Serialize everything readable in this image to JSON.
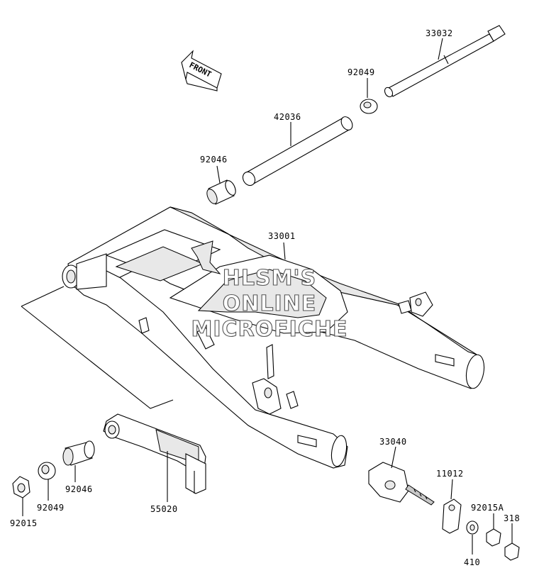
{
  "labels": {
    "p33032": "33032",
    "p92049_top": "92049",
    "p42036": "42036",
    "p92046_top": "92046",
    "p33001": "33001",
    "p33040": "33040",
    "p11012": "11012",
    "p92015A": "92015A",
    "p318": "318",
    "p410": "410",
    "p55020": "55020",
    "p92046_bot": "92046",
    "p92049_bot": "92049",
    "p92015": "92015"
  },
  "front_arrow": {
    "text": "FRONT"
  },
  "watermark": {
    "line1": "HLSM'S",
    "line2": "ONLINE",
    "line3": "MICROFICHE"
  }
}
